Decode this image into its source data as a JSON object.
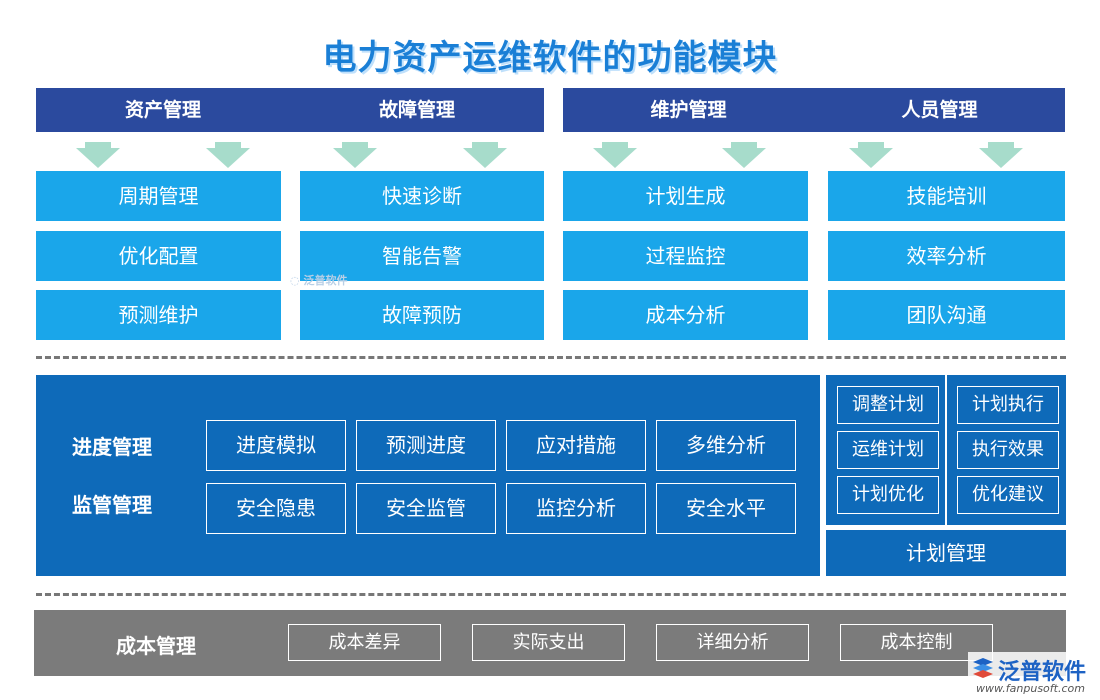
{
  "title": "电力资产运维软件的功能模块",
  "top_headers": [
    "资产管理",
    "故障管理",
    "维护管理",
    "人员管理"
  ],
  "top_modules": [
    [
      "周期管理",
      "优化配置",
      "预测维护"
    ],
    [
      "快速诊断",
      "智能告警",
      "故障预防"
    ],
    [
      "计划生成",
      "过程监控",
      "成本分析"
    ],
    [
      "技能培训",
      "效率分析",
      "团队沟通"
    ]
  ],
  "watermark_center": "泛普软件",
  "middle": {
    "row_labels": [
      "进度管理",
      "监管管理"
    ],
    "progress_items": [
      "进度模拟",
      "预测进度",
      "应对措施",
      "多维分析"
    ],
    "supervision_items": [
      "安全隐患",
      "安全监管",
      "监控分析",
      "安全水平"
    ]
  },
  "plan": {
    "left_items": [
      "调整计划",
      "运维计划",
      "计划优化"
    ],
    "right_items": [
      "计划执行",
      "执行效果",
      "优化建议"
    ],
    "label": "计划管理"
  },
  "cost": {
    "label": "成本管理",
    "items": [
      "成本差异",
      "实际支出",
      "详细分析",
      "成本控制"
    ]
  },
  "logo": {
    "name": "泛普软件",
    "url": "www.fanpusoft.com"
  },
  "colors": {
    "header_band": "#2b4a9e",
    "module_blue": "#1aa6ea",
    "panel_blue": "#0e6ab9",
    "arrow_green": "#a7dccb",
    "cost_grey": "#7b7b7b",
    "title_blue": "#1a7fd6"
  }
}
